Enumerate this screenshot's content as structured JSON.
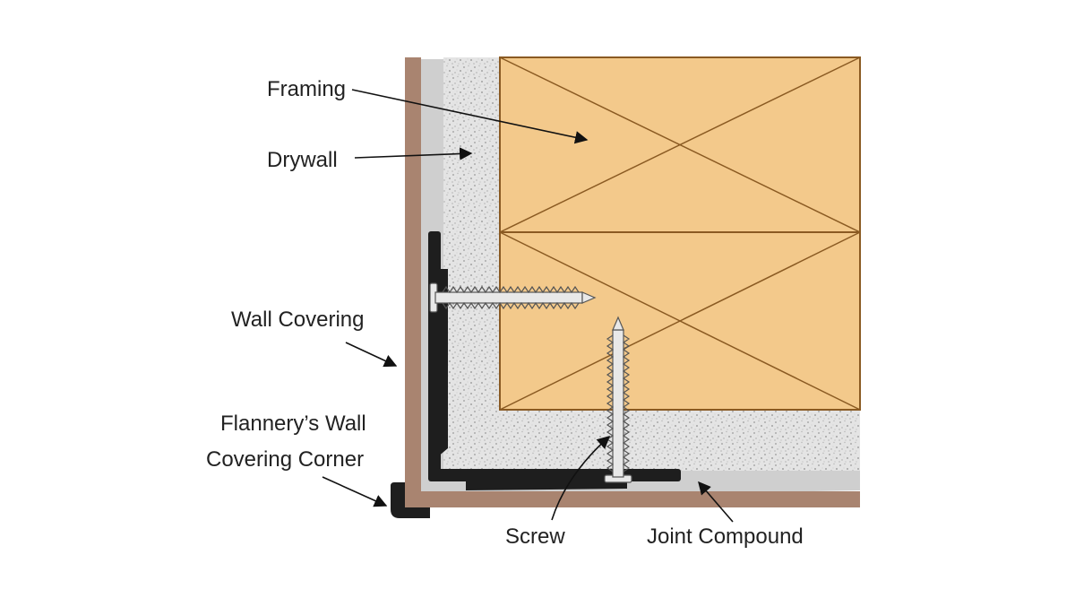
{
  "labels": {
    "framing": "Framing",
    "drywall": "Drywall",
    "wall_covering": "Wall Covering",
    "corner_line1": "Flannery’s Wall",
    "corner_line2": "Covering Corner",
    "screw": "Screw",
    "joint_compound": "Joint Compound"
  },
  "colors": {
    "wall_covering": "#a98470",
    "framing": "#f3c98b",
    "framing_lines": "#8a5a22",
    "drywall": "#e3e3e3",
    "drywall_speckle": "#9a9a9a",
    "joint_compound": "#cfcfcf",
    "corner_trim": "#1e1e1e",
    "screw": "#e8e8e8",
    "text": "#222222"
  }
}
